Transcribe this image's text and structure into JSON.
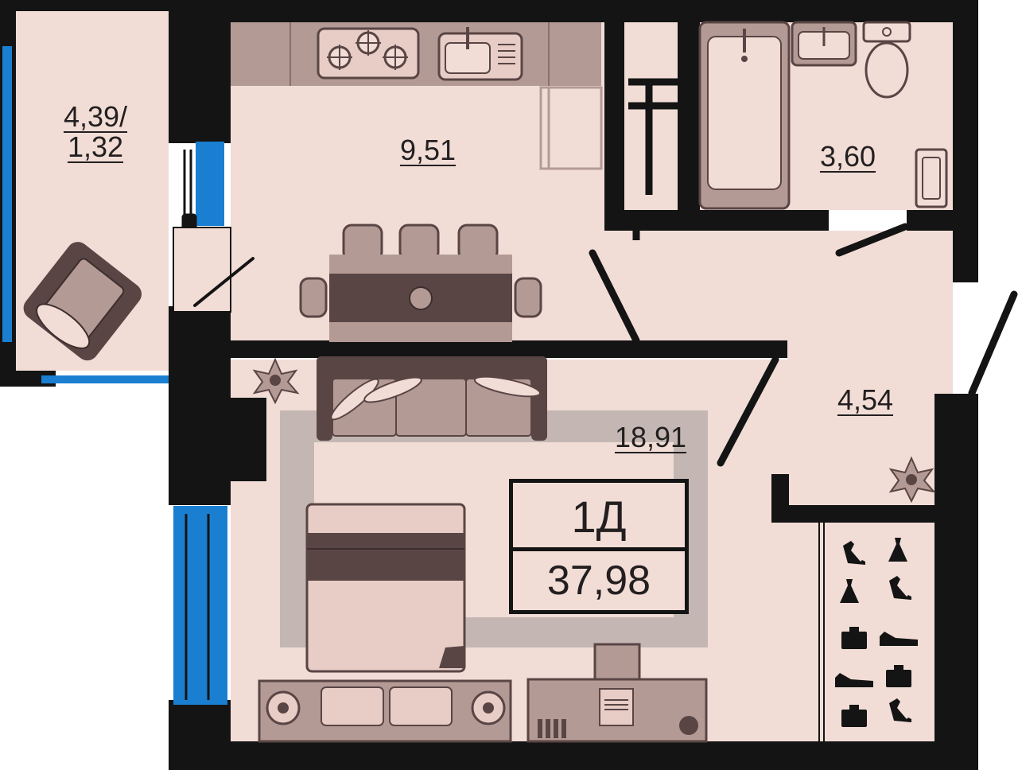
{
  "plan": {
    "rooms": [
      {
        "id": "balcony",
        "area": "4,39/\n1,32"
      },
      {
        "id": "kitchen",
        "area": "9,51"
      },
      {
        "id": "bathroom",
        "area": "3,60"
      },
      {
        "id": "hallway",
        "area": "4,54"
      },
      {
        "id": "living-room",
        "area": "18,91"
      }
    ],
    "apartment_type": "1Д",
    "total_area": "37,98"
  },
  "colors": {
    "floor": "#f1ddd6",
    "wall": "#141414",
    "window": "#1a7fd1",
    "furniture_dark": "#5a4545",
    "furniture_mid": "#b49a95",
    "furniture_light": "#e7cdc6",
    "rug": "#c4b7b3"
  }
}
